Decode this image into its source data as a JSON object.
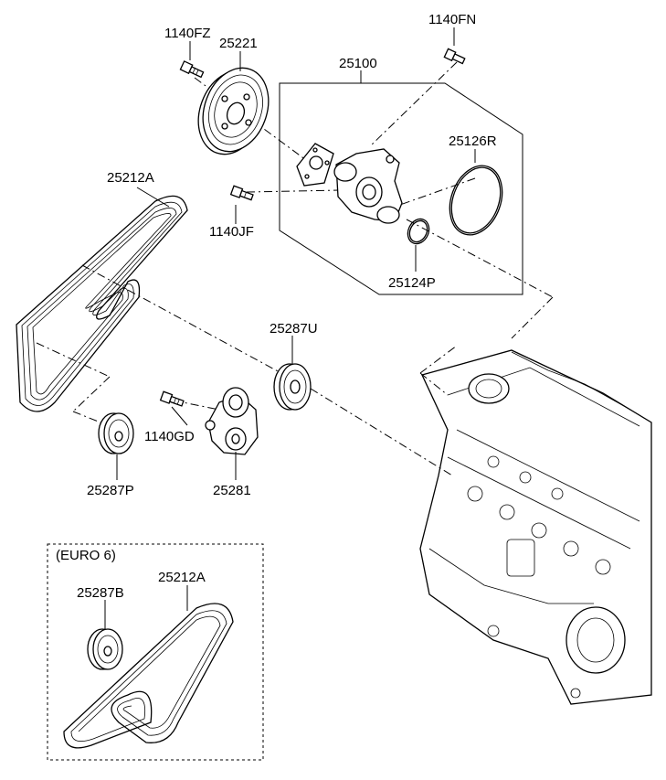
{
  "labels": {
    "p1140fz": "1140FZ",
    "p25221": "25221",
    "p1140fn": "1140FN",
    "p25100": "25100",
    "p25126r": "25126R",
    "p25212a": "25212A",
    "p1140jf": "1140JF",
    "p25124p": "25124P",
    "p25287u": "25287U",
    "p1140gd": "1140GD",
    "p25287p": "25287P",
    "p25281": "25281",
    "euro6": "(EURO 6)",
    "p25212a_euro": "25212A",
    "p25287b": "25287B"
  },
  "icons": {
    "bolt": "bolt-icon",
    "pulley": "pulley-icon",
    "water_pump": "water-pump-icon",
    "gasket": "gasket-ring-icon",
    "belt": "serpentine-belt-icon",
    "idler": "idler-pulley-icon",
    "tensioner": "tensioner-icon",
    "engine": "engine-block-icon"
  }
}
